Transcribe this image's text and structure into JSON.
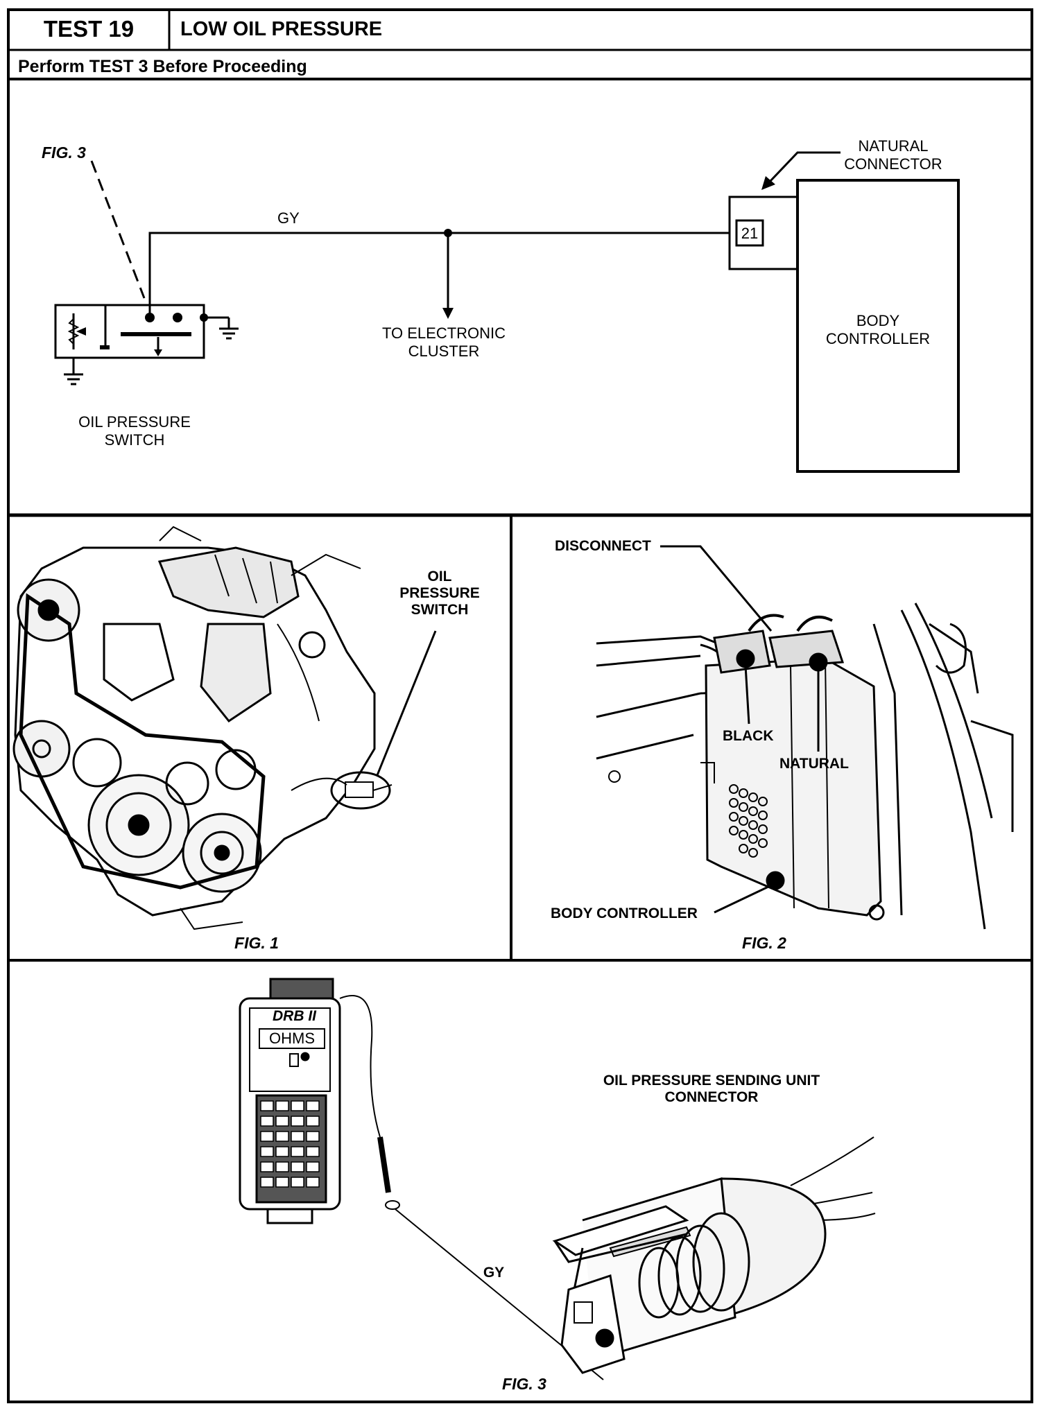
{
  "header": {
    "test_label": "TEST 19",
    "title": "LOW OIL PRESSURE",
    "subtitle": "Perform TEST 3 Before Proceeding"
  },
  "schematic": {
    "fig_ref": "FIG. 3",
    "wire_label": "GY",
    "pin_number": "21",
    "connector_label_1": "NATURAL",
    "connector_label_2": "CONNECTOR",
    "controller_label_1": "BODY",
    "controller_label_2": "CONTROLLER",
    "cluster_label_1": "TO ELECTRONIC",
    "cluster_label_2": "CLUSTER",
    "switch_label_1": "OIL PRESSURE",
    "switch_label_2": "SWITCH"
  },
  "fig1": {
    "caption": "FIG. 1",
    "callout_1": "OIL",
    "callout_2": "PRESSURE",
    "callout_3": "SWITCH"
  },
  "fig2": {
    "caption": "FIG. 2",
    "disconnect": "DISCONNECT",
    "black": "BLACK",
    "natural": "NATURAL",
    "body_controller": "BODY CONTROLLER"
  },
  "fig3": {
    "caption": "FIG. 3",
    "device_name": "DRB II",
    "display": "OHMS",
    "connector_label_1": "OIL PRESSURE SENDING UNIT",
    "connector_label_2": "CONNECTOR",
    "wire_label": "GY"
  }
}
